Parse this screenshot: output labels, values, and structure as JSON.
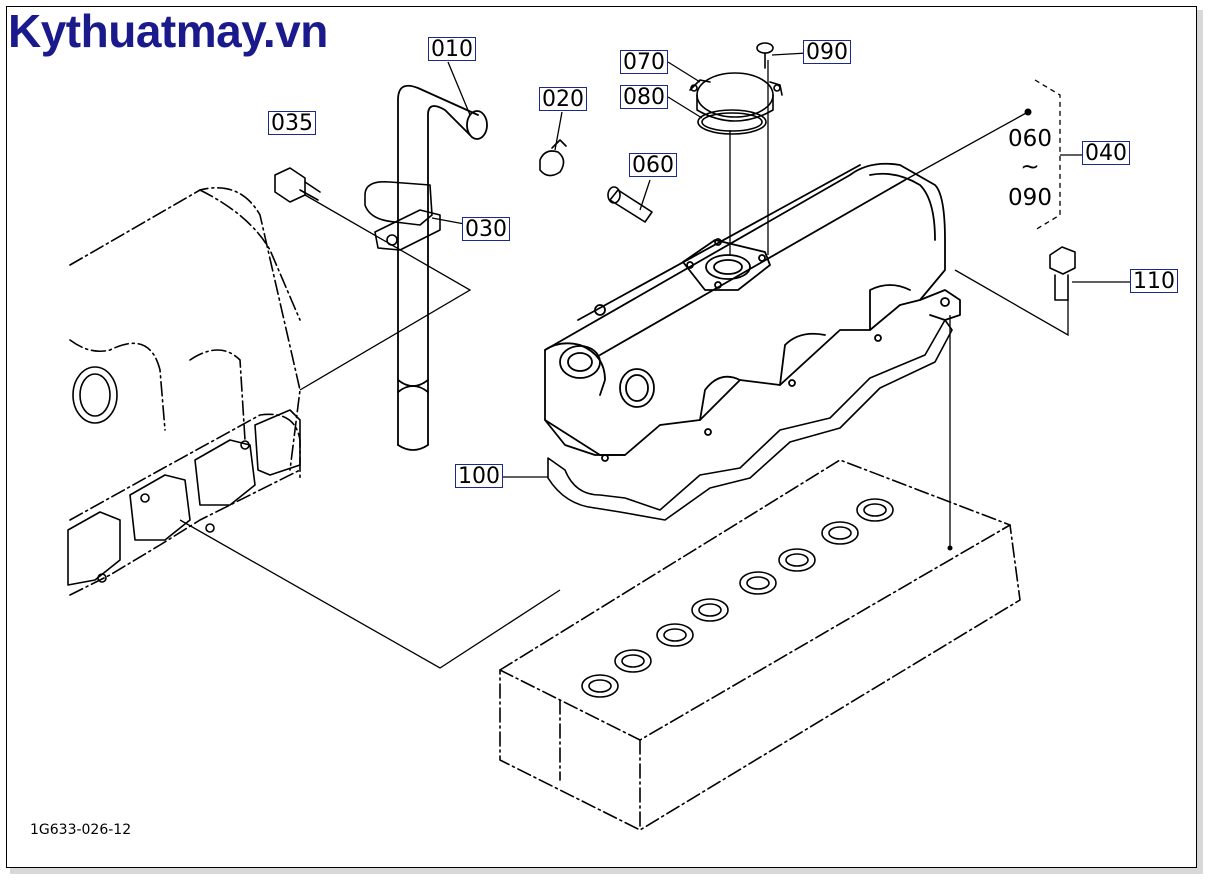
{
  "watermark": "Kythuatmay.vn",
  "figure_code": "1G633-026-12",
  "callouts": {
    "p010": "010",
    "p020": "020",
    "p030": "030",
    "p035": "035",
    "p040": "040",
    "p060": "060",
    "p070": "070",
    "p080": "080",
    "p090": "090",
    "p100": "100",
    "p110": "110"
  },
  "range_label": {
    "from": "060",
    "tilde": "~",
    "to": "090"
  },
  "colors": {
    "watermark": "#1a1a8c",
    "callout_border": "#1a2a8a",
    "line": "#000000"
  }
}
